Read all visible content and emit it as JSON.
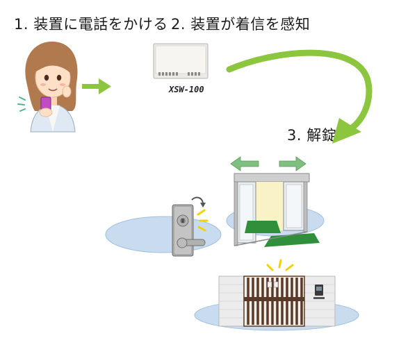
{
  "steps": {
    "step1": "1. 装置に電話をかける",
    "step2": "2. 装置が着信を感知",
    "step3": "3. 解錠"
  },
  "device": {
    "model": "XSW-100"
  },
  "colors": {
    "arrow_green": "#8cc63f",
    "floor_blue": "#c9dcef",
    "floor_outline": "#9fbfdf",
    "mat_green": "#2f8f3a",
    "door_glass": "#f8f2c6",
    "gate_brown": "#5a3a28",
    "wall_gray": "#ececec"
  },
  "icons": {
    "person": "woman-with-phone-icon",
    "device": "receiver-device-icon",
    "lock": "door-lever-lock-icon",
    "door": "automatic-sliding-door-icon",
    "gate": "sliding-gate-icon"
  }
}
